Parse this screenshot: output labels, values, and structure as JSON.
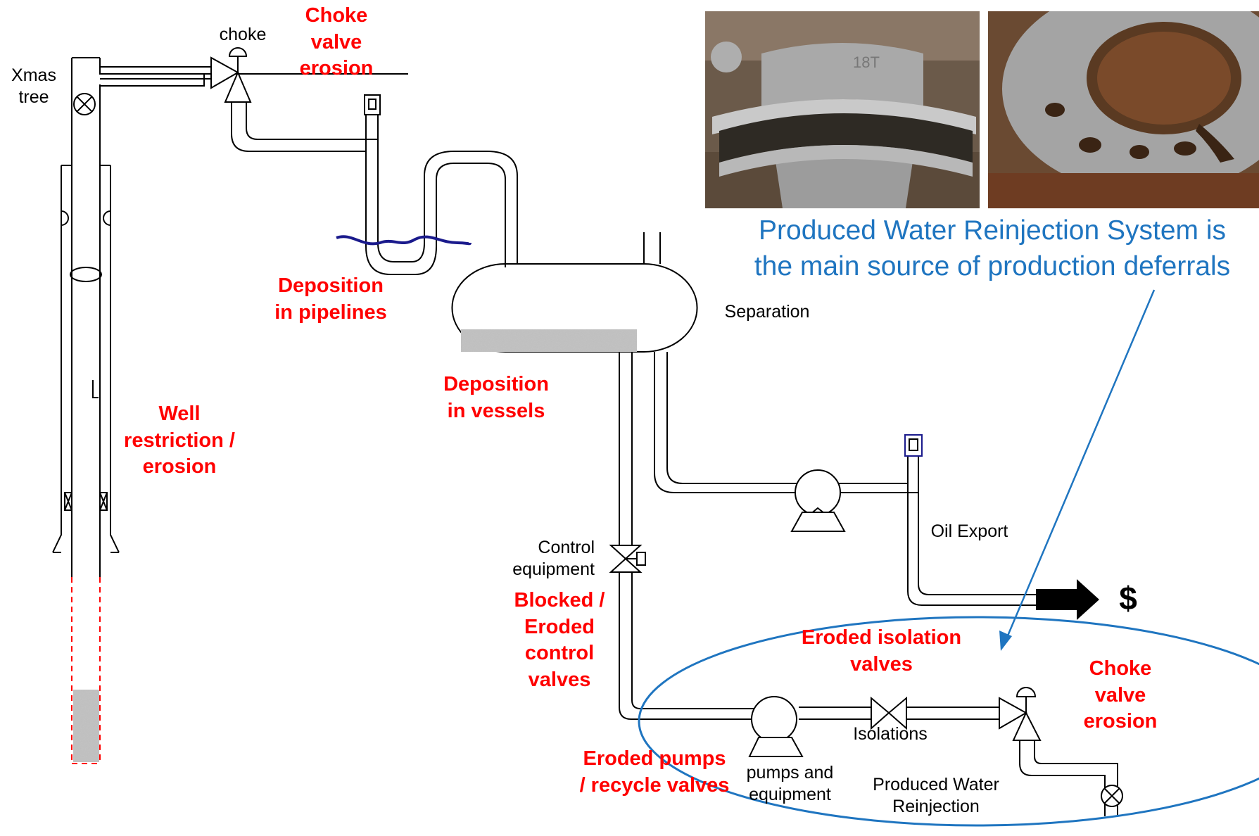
{
  "labels": {
    "xmas_tree": "Xmas\ntree",
    "choke": "choke",
    "choke_valve_erosion_top": "Choke\nvalve\nerosion",
    "deposition_pipelines": "Deposition\nin pipelines",
    "separation": "Separation",
    "deposition_vessels": "Deposition\nin vessels",
    "well_restriction": "Well\nrestriction /\nerosion",
    "oil_export": "Oil Export",
    "control_equipment": "Control\nequipment",
    "blocked_eroded": "Blocked /\nEroded\ncontrol\nvalves",
    "eroded_isolation": "Eroded isolation\nvalves",
    "choke_valve_erosion_bottom": "Choke\nvalve\nerosion",
    "isolations": "Isolations",
    "eroded_pumps": "Eroded pumps\n/ recycle valves",
    "pumps_equipment": "pumps and\nequipment",
    "produced_water": "Produced Water\nReinjection",
    "pwri_callout": "Produced Water Reinjection System is\nthe main source of production deferrals",
    "dollar": "$"
  },
  "colors": {
    "problem_red": "#ff0000",
    "callout_blue": "#1f75c0",
    "deposit_navy": "#1a1a8c",
    "line_black": "#000000"
  },
  "icons": {
    "xmas_tree_valve": "circle-x-valve",
    "choke_valve": "choke-valve",
    "pump": "centrifugal-pump",
    "gate_valve": "bowtie-valve",
    "export_arrow": "block-arrow-right"
  }
}
